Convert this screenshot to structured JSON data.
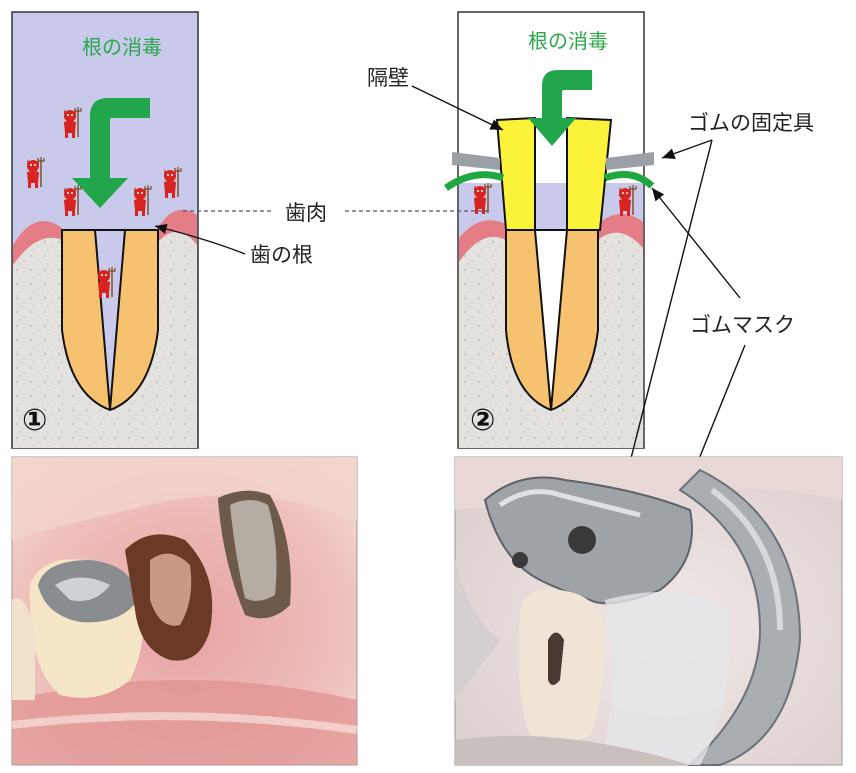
{
  "labels": {
    "disinfect_1": "根の消毒",
    "disinfect_2": "根の消毒",
    "gum": "歯肉",
    "tooth_root": "歯の根",
    "barrier": "隔壁",
    "rubber_fixture": "ゴムの固定具",
    "rubber_mask": "ゴムマスク",
    "step_1": "①",
    "step_2": "②"
  },
  "colors": {
    "panel_bg_1": "#c9c9ec",
    "panel_bg_2": "#ffffff",
    "bone": "#e3e1de",
    "gum": "#e47d86",
    "root": "#f7c26f",
    "barrier": "#fbf23a",
    "arrow_green": "#22a64b",
    "dam_green": "#1fa83f",
    "clamp_gray": "#9aa0a6",
    "devil_red": "#d8231f"
  },
  "icons": [
    "devil-icon",
    "down-arrow-icon"
  ],
  "photos": [
    "photo-tooth-before",
    "photo-rubber-dam"
  ]
}
